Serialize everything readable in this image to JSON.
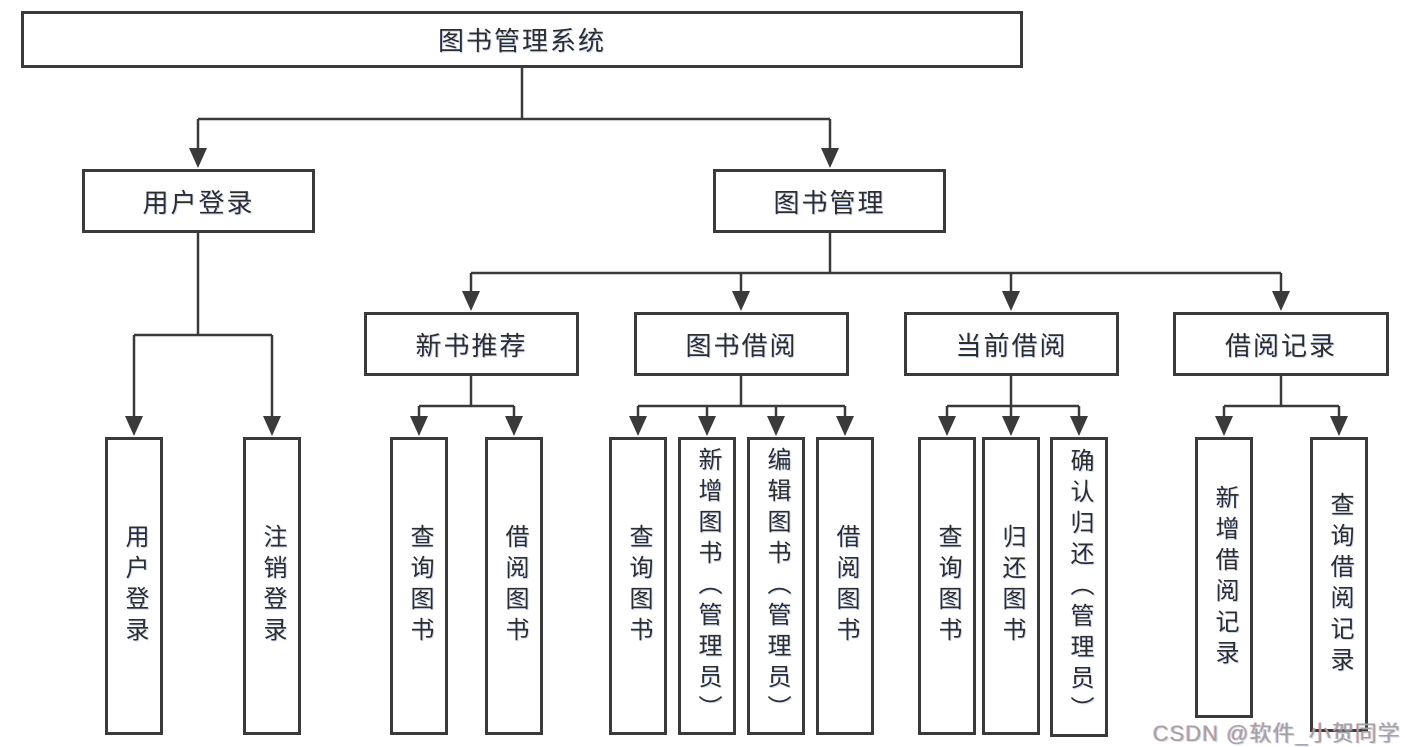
{
  "title": "图书管理系统",
  "tree": {
    "label": "图书管理系统",
    "children": [
      {
        "label": "用户登录",
        "children": [
          {
            "label": "用户登录"
          },
          {
            "label": "注销登录"
          }
        ]
      },
      {
        "label": "图书管理",
        "children": [
          {
            "label": "新书推荐",
            "children": [
              {
                "label": "查询图书"
              },
              {
                "label": "借阅图书"
              }
            ]
          },
          {
            "label": "图书借阅",
            "children": [
              {
                "label": "查询图书"
              },
              {
                "label": "新增图书（管理员）"
              },
              {
                "label": "编辑图书（管理员）"
              },
              {
                "label": "借阅图书"
              }
            ]
          },
          {
            "label": "当前借阅",
            "children": [
              {
                "label": "查询图书"
              },
              {
                "label": "归还图书"
              },
              {
                "label": "确认归还（管理员）"
              }
            ]
          },
          {
            "label": "借阅记录",
            "children": [
              {
                "label": "新增借阅记录"
              },
              {
                "label": "查询借阅记录"
              }
            ]
          }
        ]
      }
    ]
  },
  "watermark": {
    "text": "CSDN @软件_小贺同学"
  },
  "colors": {
    "line": "#3a3a3a",
    "box_border": "#3a3a3a",
    "text": "#2d2d2d",
    "background": "#ffffff",
    "watermark": "#a3a3a3"
  }
}
